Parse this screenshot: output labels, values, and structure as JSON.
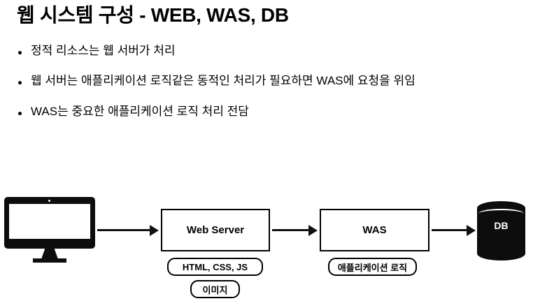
{
  "slide": {
    "title": "웹 시스템 구성 - WEB, WAS, DB",
    "bullets": [
      {
        "text": "정적 리소스는 웹 서버가 처리"
      },
      {
        "text": "웹 서버는 애플리케이션 로직같은 동적인 처리가 필요하면 WAS에 요청을 위임"
      },
      {
        "text": "WAS는 중요한 애플리케이션 로직 처리 전담"
      }
    ]
  },
  "diagram": {
    "client": {
      "icon": "monitor-icon"
    },
    "nodes": [
      {
        "id": "web-server",
        "label": "Web Server"
      },
      {
        "id": "was",
        "label": "WAS"
      }
    ],
    "database": {
      "label": "DB",
      "shape": "cylinder"
    },
    "pills": [
      {
        "id": "html-css-js",
        "label": "HTML, CSS, JS"
      },
      {
        "id": "image",
        "label": "이미지"
      },
      {
        "id": "application-logic",
        "label": "애플리케이션 로직"
      }
    ],
    "arrows": [
      {
        "id": "client-to-web",
        "from": "client",
        "to": "web-server"
      },
      {
        "id": "web-to-was",
        "from": "web-server",
        "to": "was"
      },
      {
        "id": "was-to-db",
        "from": "was",
        "to": "database"
      }
    ]
  },
  "colors": {
    "background": "#ffffff",
    "foreground": "#000000",
    "shape_fill": "#0d0d0d",
    "db_text": "#ffffff"
  }
}
